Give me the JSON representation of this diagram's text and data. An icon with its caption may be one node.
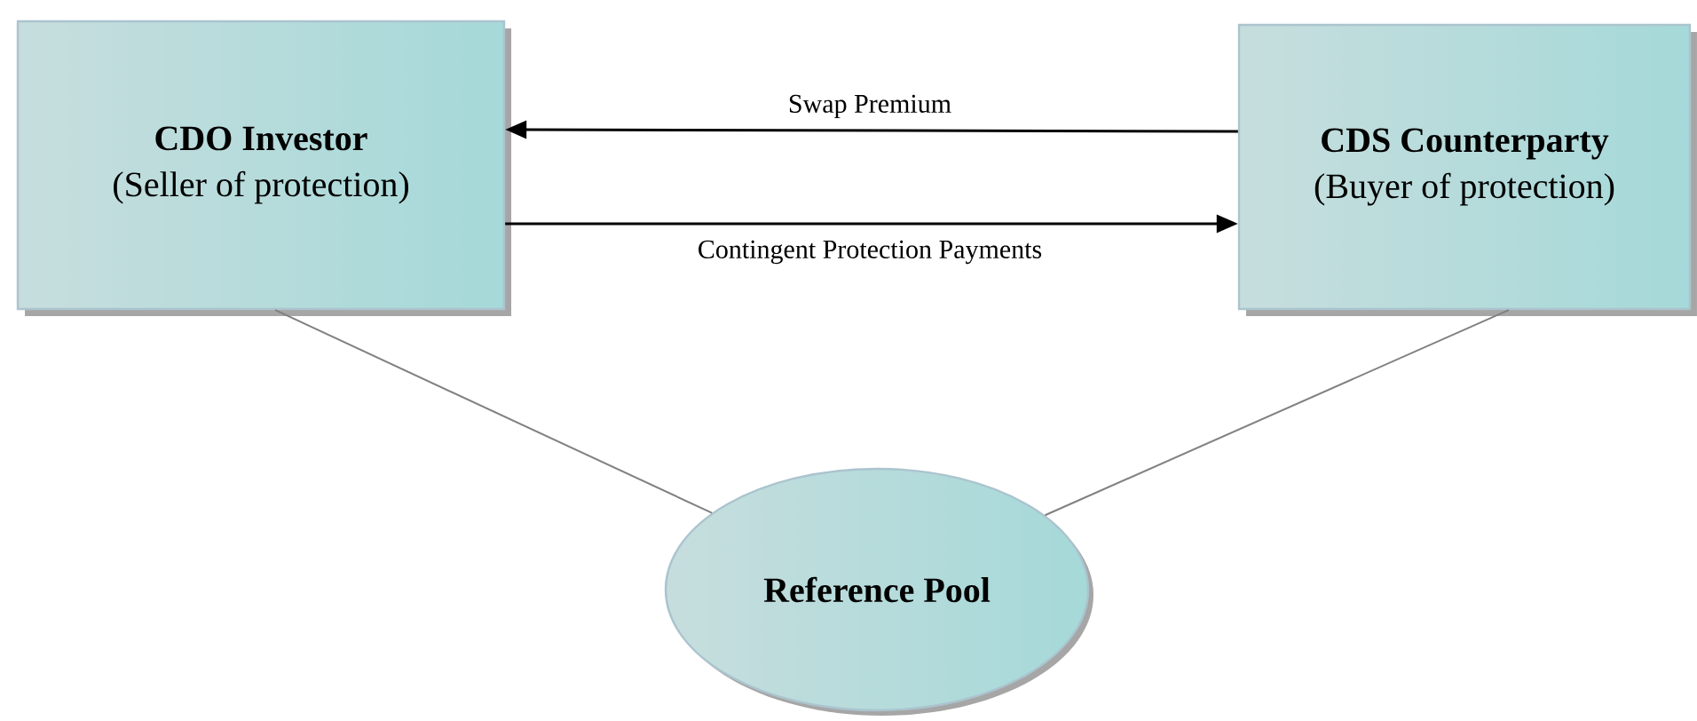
{
  "diagram": {
    "nodes": [
      {
        "text": [
          "CDO Investor",
          "(Seller of protection)"
        ]
      },
      {
        "text": [
          "CDS Counterparty",
          "(Buyer of protection)"
        ]
      },
      {
        "text": [
          "Reference Pool"
        ]
      }
    ],
    "edges": [
      {
        "from": 1,
        "to": 0,
        "arrow": "to",
        "label": "Swap Premium"
      },
      {
        "from": 0,
        "to": 1,
        "arrow": "to",
        "label": "Contingent Protection Payments"
      },
      {
        "from": 0,
        "to": 2,
        "arrow": "none",
        "color": "#808080"
      },
      {
        "from": 1,
        "to": 2,
        "arrow": "none",
        "color": "#808080"
      }
    ]
  }
}
